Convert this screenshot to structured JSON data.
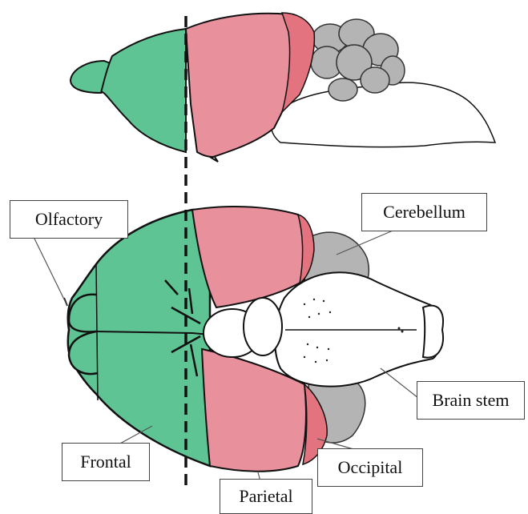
{
  "labels": {
    "olfactory": "Olfactory",
    "cerebellum": "Cerebellum",
    "brain_stem": "Brain stem",
    "frontal": "Frontal",
    "occipital": "Occipital",
    "parietal": "Parietal"
  },
  "colors": {
    "frontal_olfactory": "#5fc494",
    "parietal": "#e8909c",
    "occipital": "#e2737f",
    "cerebellum": "#b4b4b4",
    "brain_stem": "#ffffff",
    "outline": "#111111"
  }
}
